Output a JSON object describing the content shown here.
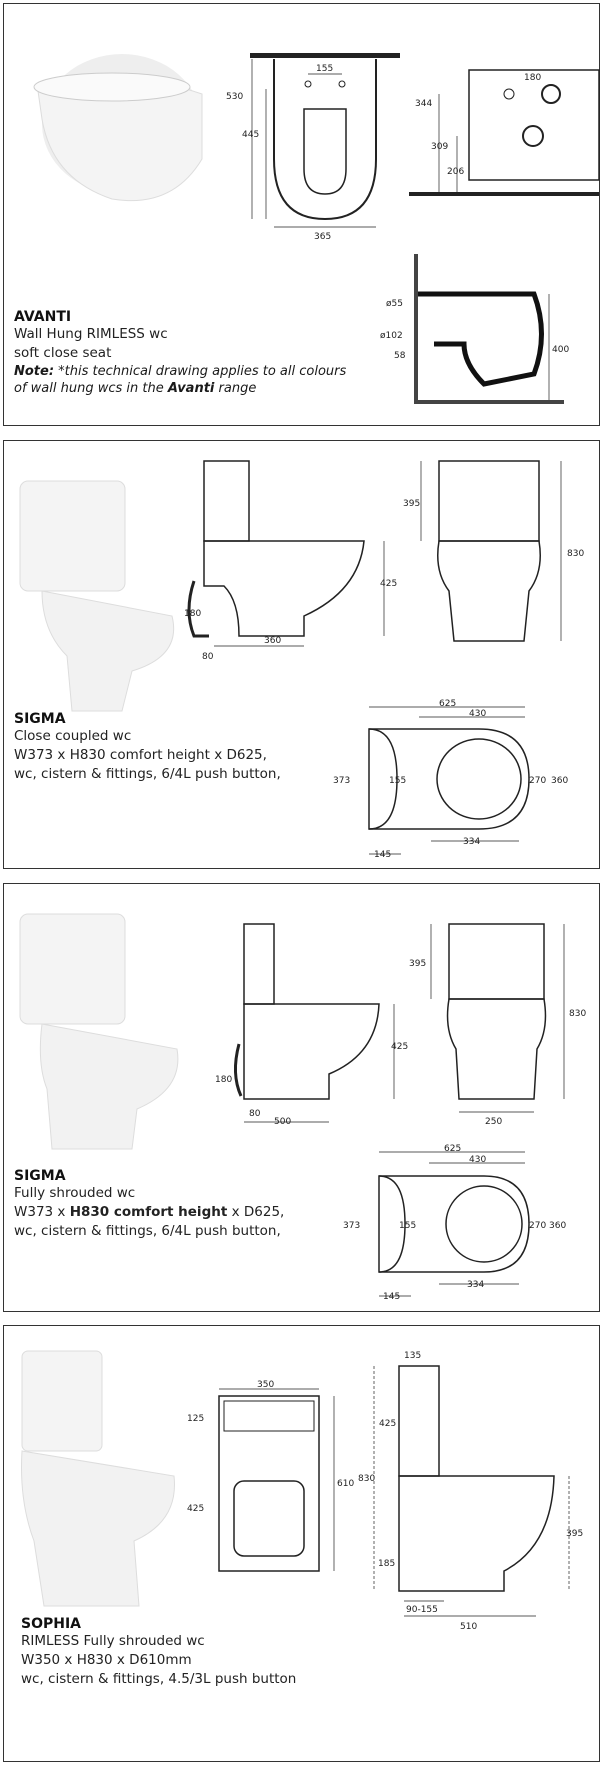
{
  "products": [
    {
      "name": "AVANTI",
      "lines": [
        "Wall Hung RIMLESS wc",
        "soft close seat"
      ],
      "note_label": "Note:",
      "note_text1": " *this technical drawing applies to all colours",
      "note_text2a": "of wall hung wcs in the ",
      "note_brand": "Avanti",
      "note_text2b": " range",
      "dims": {
        "front": [
          "155",
          "530",
          "445",
          "365"
        ],
        "side": [
          "180",
          "344",
          "309",
          "206"
        ],
        "section": [
          "ø55",
          "ø102",
          "58",
          "400"
        ]
      }
    },
    {
      "name": "SIGMA",
      "lines": [
        "Close coupled wc",
        "W373 x H830 comfort height x D625,",
        "wc, cistern & fittings, 6/4L push button,"
      ],
      "dims": {
        "side": [
          "425",
          "180",
          "360",
          "80"
        ],
        "front": [
          "395",
          "830"
        ],
        "plan": [
          "625",
          "430",
          "373",
          "155",
          "270",
          "360",
          "334",
          "145"
        ]
      }
    },
    {
      "name": "SIGMA",
      "line1": "Fully shrouded wc",
      "line2a": "W373 x ",
      "line2b": "H830 comfort height",
      "line2c": " x D625,",
      "line3": "wc, cistern & fittings, 6/4L push button,",
      "dims": {
        "side": [
          "425",
          "180",
          "80",
          "500"
        ],
        "front": [
          "395",
          "830",
          "250"
        ],
        "plan": [
          "625",
          "430",
          "373",
          "155",
          "270",
          "360",
          "334",
          "145"
        ]
      }
    },
    {
      "name": "SOPHIA",
      "lines": [
        "RIMLESS Fully shrouded wc",
        "W350 x H830 x D610mm",
        "wc, cistern & fittings, 4.5/3L push button"
      ],
      "dims": {
        "top": [
          "350",
          "125",
          "425",
          "610"
        ],
        "side": [
          "135",
          "425",
          "830",
          "185",
          "395",
          "90-155",
          "510"
        ]
      }
    }
  ]
}
